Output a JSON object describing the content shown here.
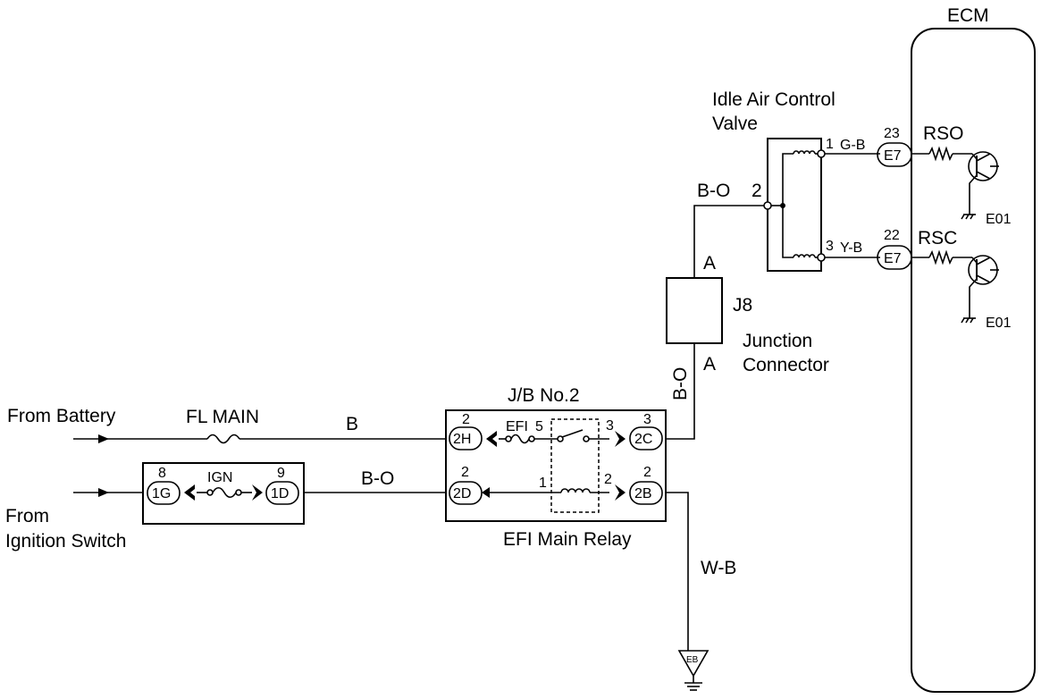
{
  "title": "ECM",
  "sources": {
    "battery": "From Battery",
    "ignition_line1": "From",
    "ignition_line2": "Ignition Switch"
  },
  "fuses": {
    "fl_main": "FL MAIN",
    "ign": "IGN",
    "efi": "EFI",
    "efi_pin": "5"
  },
  "wires": {
    "b_top": "B",
    "bo_bottom": "B-O",
    "bo_vertical": "B-O",
    "bo_top": "B-O",
    "gb": "G-B",
    "yb": "Y-B",
    "wb": "W-B"
  },
  "ign_block": {
    "left_conn": "1G",
    "left_pin": "8",
    "right_conn": "1D",
    "right_pin": "9"
  },
  "jb": {
    "title": "J/B No.2",
    "subtitle": "EFI Main Relay",
    "conn_2h": "2H",
    "pin_2h": "2",
    "conn_2c": "2C",
    "pin_2c": "3",
    "conn_2d": "2D",
    "pin_2d": "2",
    "conn_2b": "2B",
    "pin_2b": "2",
    "relay_pin_3": "3",
    "relay_pin_1": "1",
    "relay_pin_2": "2"
  },
  "junction": {
    "id": "J8",
    "name_line1": "Junction",
    "name_line2": "Connector",
    "top_pin": "A",
    "bottom_pin": "A"
  },
  "iacv": {
    "name_line1": "Idle Air Control",
    "name_line2": "Valve",
    "pin1": "1",
    "pin2": "2",
    "pin3": "3"
  },
  "ecm": {
    "conn_top": "E7",
    "conn_top_pin": "23",
    "conn_bottom": "E7",
    "conn_bottom_pin": "22",
    "rso": "RSO",
    "rsc": "RSC",
    "e01_top": "E01",
    "e01_bottom": "E01"
  },
  "ground": {
    "label": "EB"
  }
}
